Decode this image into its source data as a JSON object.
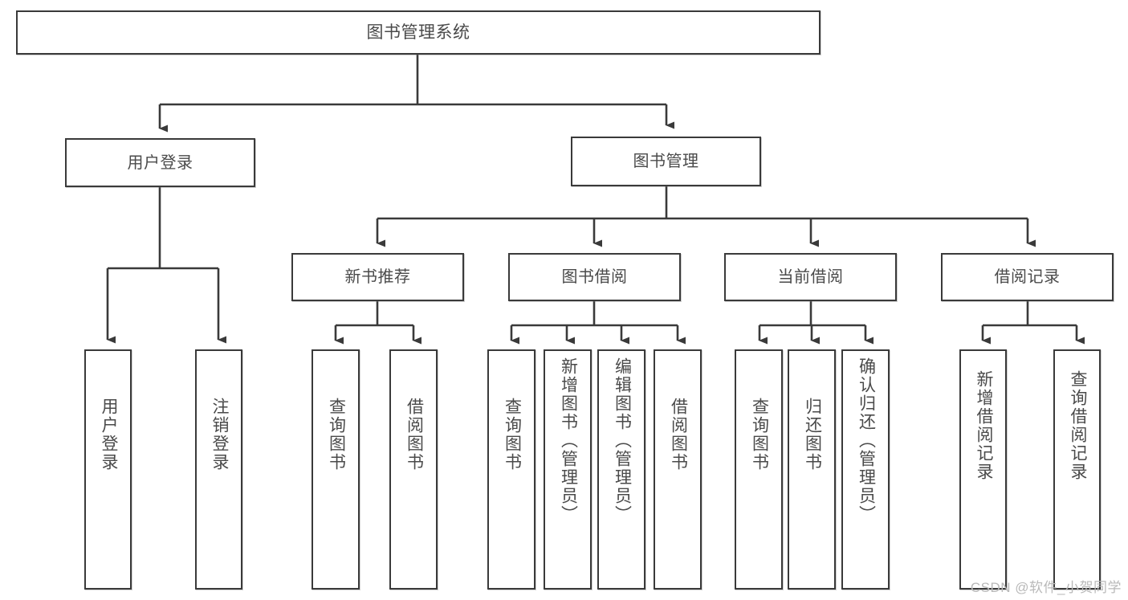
{
  "diagram": {
    "type": "tree-hierarchy-diagram",
    "title": "图书管理系统",
    "theme": {
      "background": "#ffffff",
      "box_border": "#3a3a3a",
      "box_fill": "#ffffff",
      "text": "#4a4a4a",
      "edge": "#3a3a3a",
      "watermark": "#b9b9b9"
    },
    "levels": {
      "level1": "系统",
      "level2": "模块",
      "level3": "子模块",
      "level4": "功能"
    }
  },
  "nodes": {
    "root": {
      "label": "图书管理系统"
    },
    "level2": [
      {
        "label": "用户登录"
      },
      {
        "label": "图书管理"
      }
    ],
    "level3": [
      {
        "label": "新书推荐"
      },
      {
        "label": "图书借阅"
      },
      {
        "label": "当前借阅"
      },
      {
        "label": "借阅记录"
      }
    ],
    "leaves": {
      "user_login": [
        {
          "label": "用户登录"
        },
        {
          "label": "注销登录"
        }
      ],
      "new_book_recommend": [
        {
          "label": "查询图书"
        },
        {
          "label": "借阅图书"
        }
      ],
      "book_borrow": [
        {
          "label": "查询图书"
        },
        {
          "label": "新增图书（管理员）"
        },
        {
          "label": "编辑图书（管理员）"
        },
        {
          "label": "借阅图书"
        }
      ],
      "current_borrow": [
        {
          "label": "查询图书"
        },
        {
          "label": "归还图书"
        },
        {
          "label": "确认归还（管理员）"
        }
      ],
      "borrow_record": [
        {
          "label": "新增借阅记录"
        },
        {
          "label": "查询借阅记录"
        }
      ]
    }
  },
  "watermark": {
    "text": "CSDN @软件_小贺同学"
  }
}
